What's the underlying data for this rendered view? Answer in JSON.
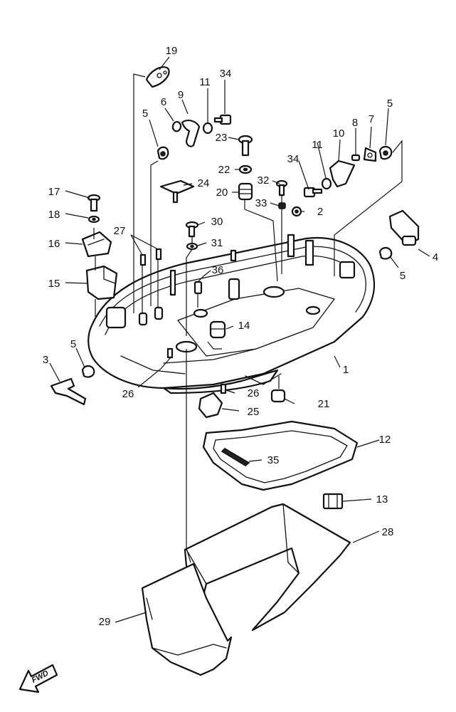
{
  "fwd_label": "FWD",
  "callouts": [
    {
      "id": "c19",
      "label": "19"
    },
    {
      "id": "c34a",
      "label": "34"
    },
    {
      "id": "c11a",
      "label": "11"
    },
    {
      "id": "c6",
      "label": "6"
    },
    {
      "id": "c9",
      "label": "9"
    },
    {
      "id": "c5a",
      "label": "5"
    },
    {
      "id": "c23",
      "label": "23"
    },
    {
      "id": "c22",
      "label": "22"
    },
    {
      "id": "c20",
      "label": "20"
    },
    {
      "id": "c24",
      "label": "24"
    },
    {
      "id": "c32",
      "label": "32"
    },
    {
      "id": "c33",
      "label": "33"
    },
    {
      "id": "c2",
      "label": "2"
    },
    {
      "id": "c10",
      "label": "10"
    },
    {
      "id": "c8",
      "label": "8"
    },
    {
      "id": "c7",
      "label": "7"
    },
    {
      "id": "c5b",
      "label": "5"
    },
    {
      "id": "c11b",
      "label": "11"
    },
    {
      "id": "c34b",
      "label": "34"
    },
    {
      "id": "c17",
      "label": "17"
    },
    {
      "id": "c18",
      "label": "18"
    },
    {
      "id": "c16",
      "label": "16"
    },
    {
      "id": "c27",
      "label": "27"
    },
    {
      "id": "c30",
      "label": "30"
    },
    {
      "id": "c31",
      "label": "31"
    },
    {
      "id": "c15",
      "label": "15"
    },
    {
      "id": "c36",
      "label": "36"
    },
    {
      "id": "c14",
      "label": "14"
    },
    {
      "id": "c4",
      "label": "4"
    },
    {
      "id": "c5c",
      "label": "5"
    },
    {
      "id": "c1",
      "label": "1"
    },
    {
      "id": "c5d",
      "label": "5"
    },
    {
      "id": "c3",
      "label": "3"
    },
    {
      "id": "c26a",
      "label": "26"
    },
    {
      "id": "c26b",
      "label": "26"
    },
    {
      "id": "c21",
      "label": "21"
    },
    {
      "id": "c25",
      "label": "25"
    },
    {
      "id": "c12",
      "label": "12"
    },
    {
      "id": "c35",
      "label": "35"
    },
    {
      "id": "c13",
      "label": "13"
    },
    {
      "id": "c28",
      "label": "28"
    },
    {
      "id": "c29",
      "label": "29"
    }
  ]
}
